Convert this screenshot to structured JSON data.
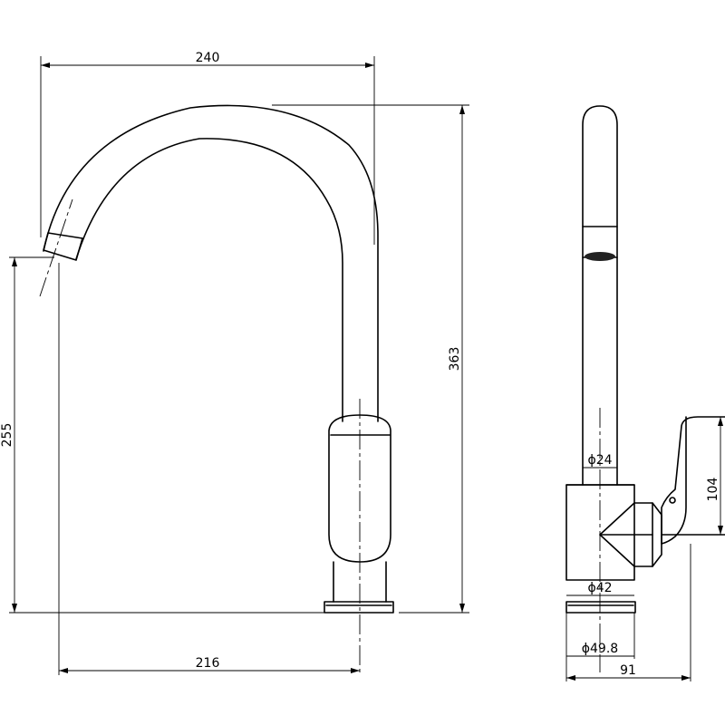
{
  "front_view": {
    "dim_width_top": "240",
    "dim_height_total": "363",
    "dim_spout_height": "255",
    "dim_reach": "216"
  },
  "side_view": {
    "dim_body_diameter": "ϕ24",
    "dim_handle_height": "104",
    "dim_base_diameter": "ϕ42",
    "dim_flange_diameter": "ϕ49.8",
    "dim_depth": "91"
  }
}
